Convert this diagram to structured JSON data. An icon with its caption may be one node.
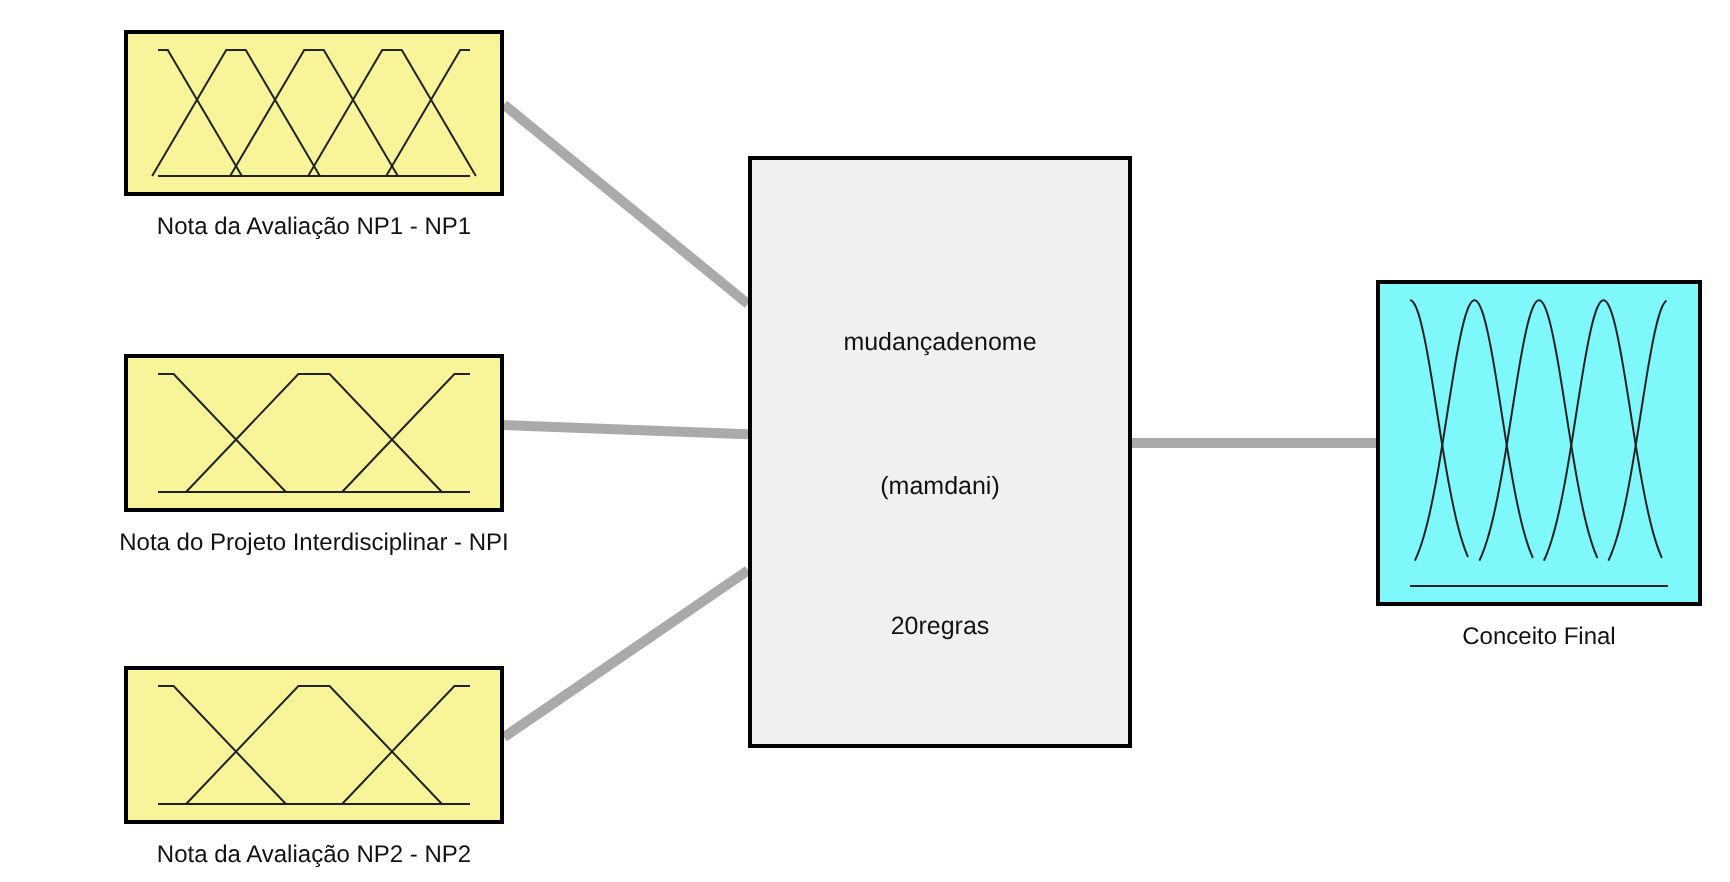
{
  "diagram": {
    "nodes": [
      {
        "text": [
          "Nota da Avaliação NP1  - NP1"
        ]
      },
      {
        "text": [
          "Nota do Projeto Interdisciplinar  - NPI"
        ]
      },
      {
        "text": [
          "Nota da Avaliação NP2  - NP2"
        ]
      },
      {
        "text": [
          "mudançadenome",
          "(mamdani)",
          "20regras"
        ]
      },
      {
        "text": [
          "Conceito Final"
        ]
      }
    ],
    "edges": [
      {
        "from": 0,
        "to": 3,
        "arrow": "none"
      },
      {
        "from": 1,
        "to": 3,
        "arrow": "none"
      },
      {
        "from": 2,
        "to": 3,
        "arrow": "none"
      },
      {
        "from": 3,
        "to": 4,
        "arrow": "none"
      }
    ]
  }
}
